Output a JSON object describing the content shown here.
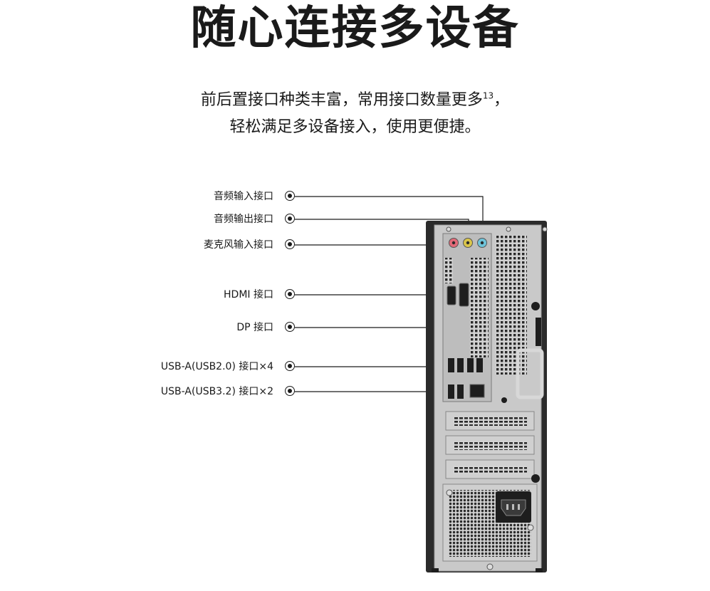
{
  "heading": "随心连接多设备",
  "description": {
    "line1": "前后置接口种类丰富，常用接口数量更多",
    "footnote": "13",
    "line1_end": "，",
    "line2": "轻松满足多设备接入，使用更便捷。"
  },
  "ports": [
    {
      "label": "音频输入接口"
    },
    {
      "label": "音频输出接口"
    },
    {
      "label": "麦克风输入接口"
    },
    {
      "label": "HDMI 接口"
    },
    {
      "label": "DP 接口"
    },
    {
      "label": "USB-A(USB2.0) 接口×4"
    },
    {
      "label": "USB-A(USB3.2) 接口×2"
    }
  ],
  "colors": {
    "case_body": "#c9c9c9",
    "case_edge": "#2b2b2b",
    "mic_jack": "#e26a78",
    "audio_out_jack": "#d9c54a",
    "audio_in_jack": "#6ec4da"
  },
  "product_image": "desktop-tower-rear-panel"
}
